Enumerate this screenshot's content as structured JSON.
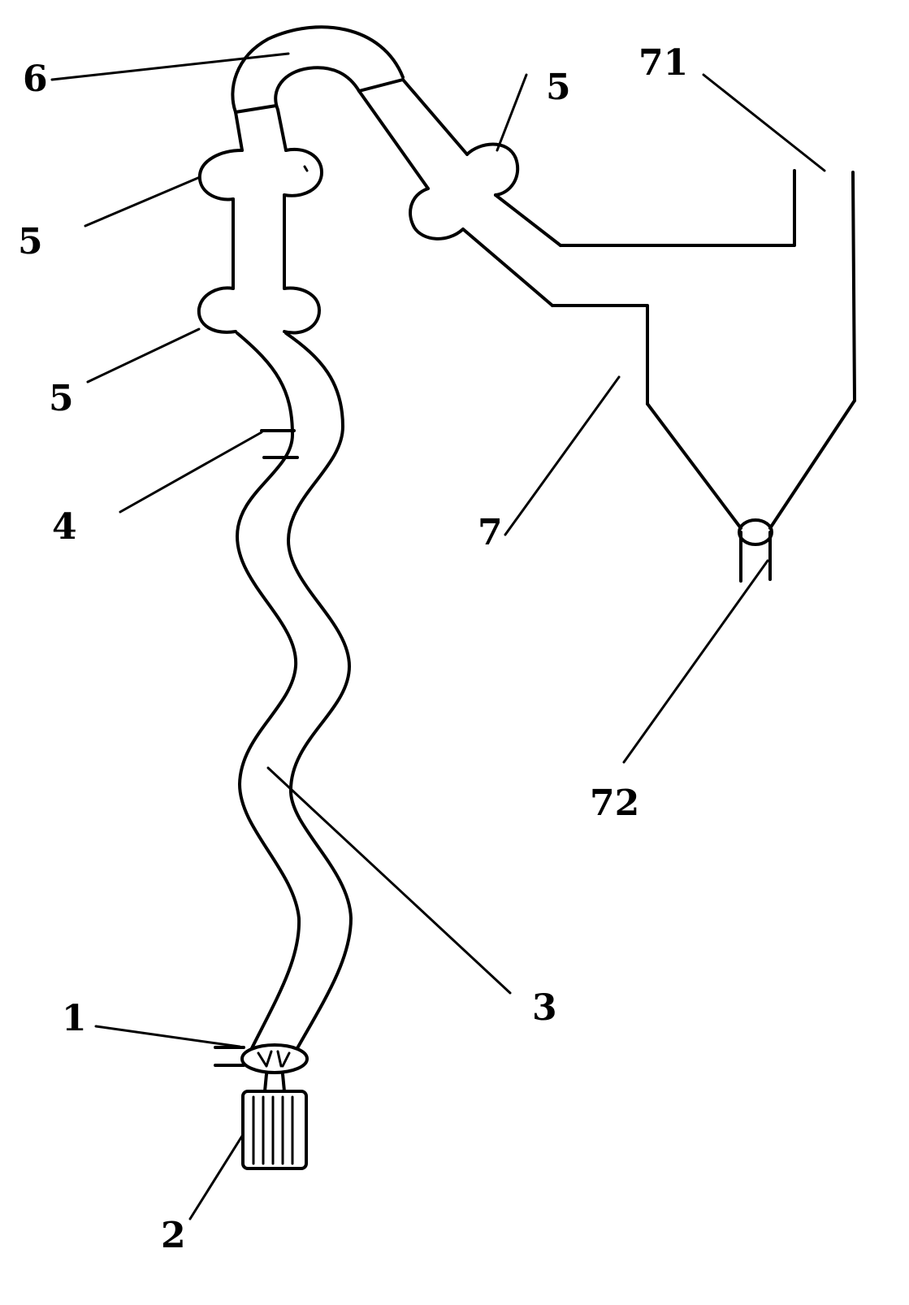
{
  "labels": {
    "item_1": "1",
    "item_2": "2",
    "item_3": "3",
    "item_4": "4",
    "item_5_upper": "5",
    "item_5_lower": "5",
    "item_5_right": "5",
    "item_6": "6",
    "item_7": "7",
    "item_71": "71",
    "item_72": "72"
  },
  "colors": {
    "stroke": "#000000",
    "background": "#ffffff"
  }
}
